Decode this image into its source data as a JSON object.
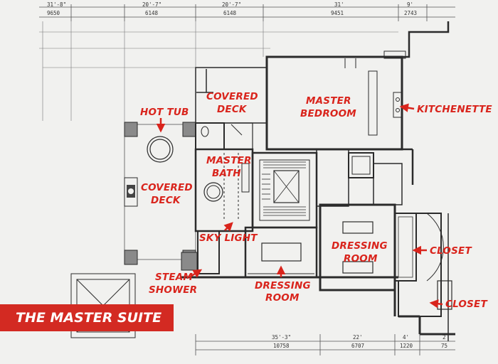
{
  "title_banner": "THE MASTER SUITE",
  "labels": {
    "hot_tub": "HOT TUB",
    "covered_deck_top_1": "COVERED",
    "covered_deck_top_2": "DECK",
    "master_bedroom_1": "MASTER",
    "master_bedroom_2": "BEDROOM",
    "kitchenette": "KITCHENETTE",
    "master_bath_1": "MASTER",
    "master_bath_2": "BATH",
    "covered_deck_left_1": "COVERED",
    "covered_deck_left_2": "DECK",
    "sky_light": "SKY LIGHT",
    "dressing_room_right_1": "DRESSING",
    "dressing_room_right_2": "ROOM",
    "closet_upper": "CLOSET",
    "steam_shower_1": "STEAM",
    "steam_shower_2": "SHOWER",
    "dressing_room_bottom_1": "DRESSING",
    "dressing_room_bottom_2": "ROOM",
    "closet_lower": "CLOSET"
  },
  "dimensions": {
    "top_1_ft": "31'-8\"",
    "top_1_mm": "9650",
    "top_2_ft": "20'-7\"",
    "top_2_mm": "6148",
    "top_3_ft": "20'-7\"",
    "top_3_mm": "6148",
    "top_4_ft": "31'",
    "top_4_mm": "9451",
    "top_5_ft": "9'",
    "top_5_mm": "2743",
    "bottom_1_ft": "35'-3\"",
    "bottom_1_mm": "10758",
    "bottom_2_ft": "22'",
    "bottom_2_mm": "6707",
    "bottom_3_ft": "4'",
    "bottom_3_mm": "1220",
    "bottom_4_ft": "2",
    "bottom_4_mm": "75"
  },
  "colors": {
    "label_red": "#d9241c",
    "banner_red": "#d32a22",
    "line": "#2b2b2b"
  }
}
